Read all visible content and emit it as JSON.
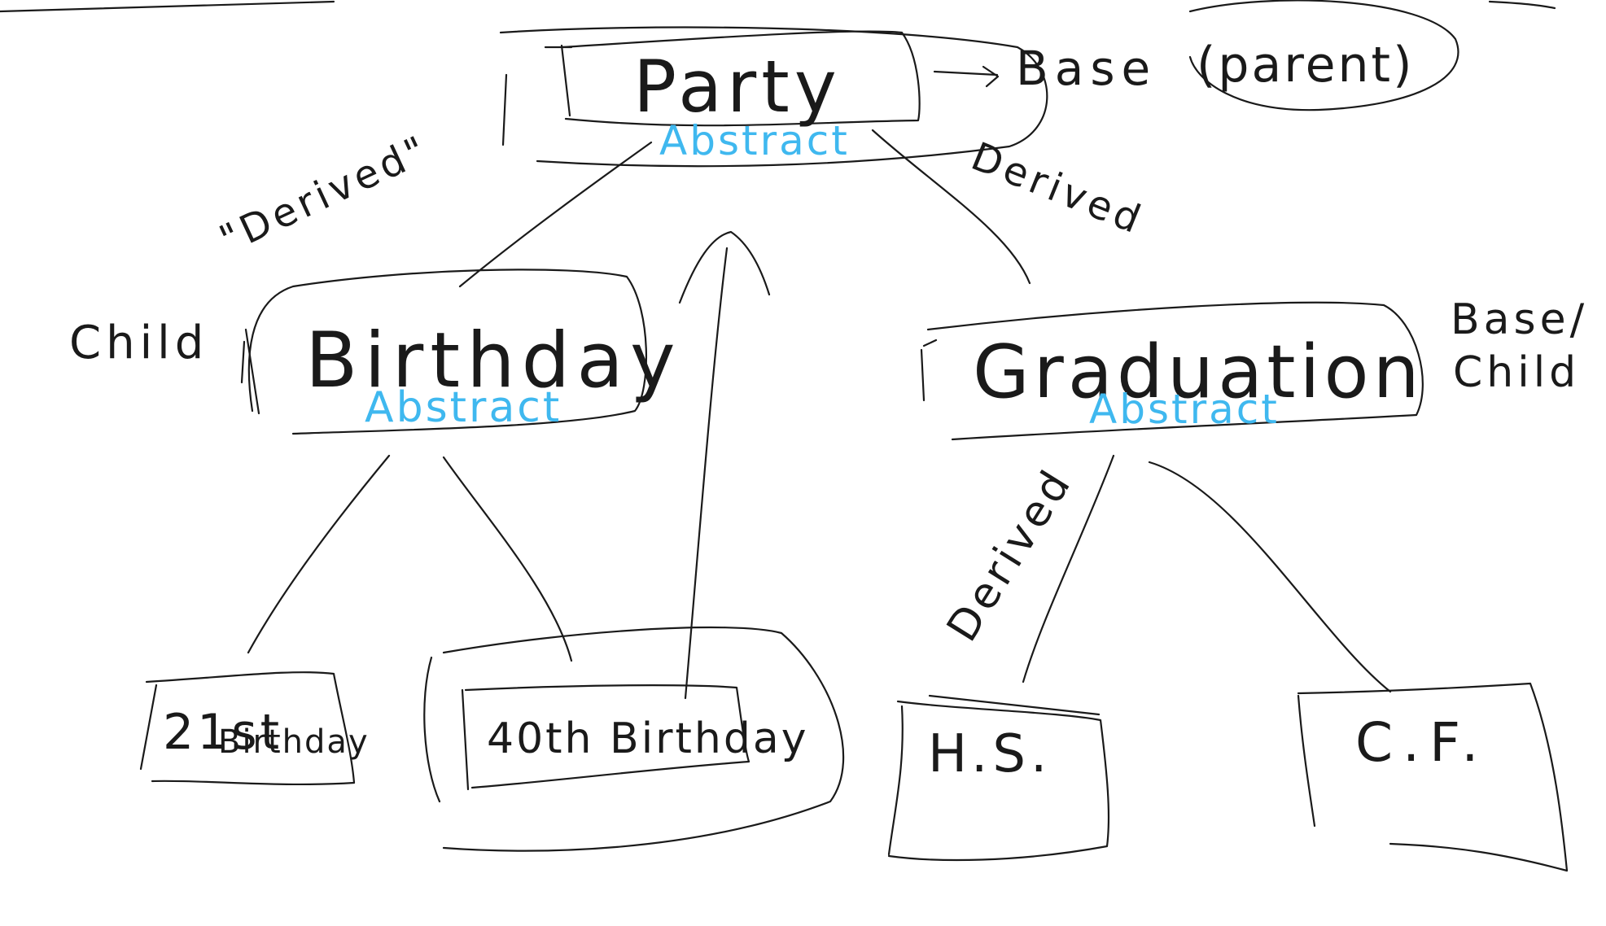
{
  "colors": {
    "ink": "#1a1a1a",
    "annotation": "#3fb8ef",
    "background": "#ffffff"
  },
  "nodes": {
    "party": {
      "label": "Party",
      "tag": "Abstract"
    },
    "birthday": {
      "label": "Birthday",
      "tag": "Abstract"
    },
    "graduation": {
      "label": "Graduation",
      "tag": "Abstract"
    },
    "twenty_first": {
      "label_top": "21st",
      "label_bottom": "Birthday"
    },
    "fortieth": {
      "label": "40th Birthday"
    },
    "hs": {
      "label": "H.S."
    },
    "cf": {
      "label": "C.F."
    }
  },
  "annotations": {
    "base_parent": {
      "base": "Base",
      "parent": "(parent)"
    },
    "derived_left": "\"Derived\"",
    "derived_right": "Derived",
    "derived_lower": "Derived",
    "child_left": "Child",
    "base_child": {
      "line1": "Base/",
      "line2": "Child"
    }
  }
}
